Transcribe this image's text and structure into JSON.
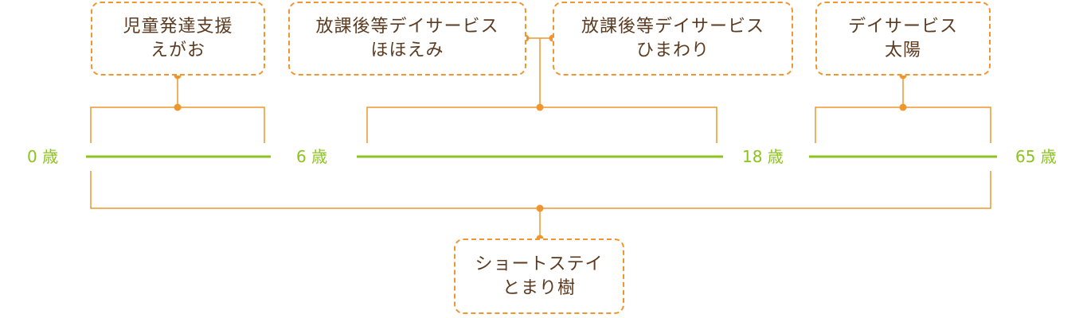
{
  "colors": {
    "bracket": "#f0962e",
    "timeline": "#8cc31e",
    "box_text": "#5b3a1f",
    "age_text": "#8cc31e"
  },
  "ages": {
    "a0": "0 歳",
    "a6": "6 歳",
    "a18": "18 歳",
    "a65": "65 歳"
  },
  "services": {
    "egao": {
      "line1": "児童発達支援",
      "line2": "えがお"
    },
    "hohoemi": {
      "line1": "放課後等デイサービス",
      "line2": "ほほえみ"
    },
    "himawari": {
      "line1": "放課後等デイサービス",
      "line2": "ひまわり"
    },
    "taiyo": {
      "line1": "デイサービス",
      "line2": "太陽"
    },
    "tomarigi": {
      "line1": "ショートステイ",
      "line2": "とまり樹"
    }
  }
}
